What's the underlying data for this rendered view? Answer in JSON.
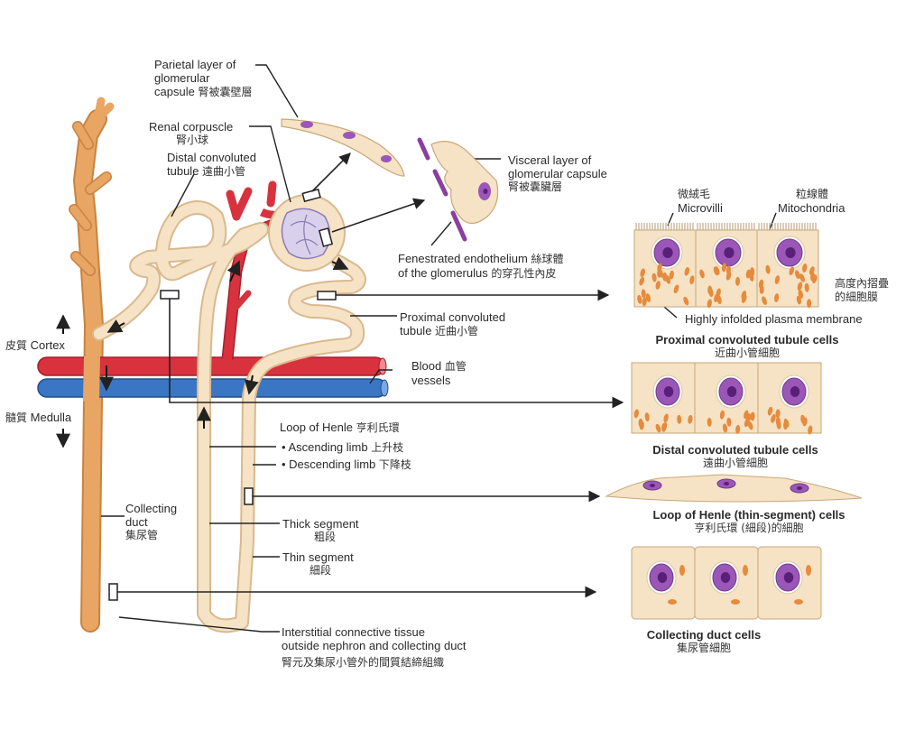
{
  "colors": {
    "tubule_fill": "#f6e2c4",
    "tubule_stroke": "#d9b98e",
    "collecting_duct": "#e8a563",
    "collecting_duct_stroke": "#c9833f",
    "artery": "#d8323f",
    "vein": "#3b76c4",
    "glomerulus": "#d9d0ec",
    "nucleus": "#9b57b8",
    "nucleolus": "#5a1f78",
    "mitochondria": "#e68a3c",
    "endothelium": "#8a3fa0",
    "line": "#222222"
  },
  "labels": {
    "parietal": {
      "en1": "Parietal layer of",
      "en2": "glomerular",
      "en3": "capsule",
      "zh": "腎被囊壁層"
    },
    "renal_corpuscle": {
      "en": "Renal corpuscle",
      "zh": "腎小球"
    },
    "distal_tubule": {
      "en1": "Distal convoluted",
      "en2": "tubule",
      "zh": "遠曲小管"
    },
    "visceral": {
      "en1": "Visceral layer of",
      "en2": "glomerular capsule",
      "zh": "腎被囊臟層"
    },
    "fenestrated": {
      "en1": "Fenestrated endothelium",
      "zh1": "絲球體",
      "en2": "of the glomerulus",
      "zh2": "的穿孔性內皮"
    },
    "proximal_tubule": {
      "en1": "Proximal convoluted",
      "en2": "tubule",
      "zh": "近曲小管"
    },
    "blood_vessels": {
      "en1": "Blood",
      "zh": "血管",
      "en2": "vessels"
    },
    "cortex": {
      "zh": "皮質",
      "en": "Cortex"
    },
    "medulla": {
      "zh": "髓質",
      "en": "Medulla"
    },
    "loop_henle": {
      "en": "Loop of Henle",
      "zh": "亨利氏環"
    },
    "ascending": {
      "en": "• Ascending limb",
      "zh": "上升枝"
    },
    "descending": {
      "en": "• Descending limb",
      "zh": "下降枝"
    },
    "thick_segment": {
      "en": "Thick segment",
      "zh": "粗段"
    },
    "thin_segment": {
      "en": "Thin segment",
      "zh": "細段"
    },
    "collecting_duct": {
      "en1": "Collecting",
      "en2": "duct",
      "zh": "集尿管"
    },
    "interstitial": {
      "en1": "Interstitial connective tissue",
      "en2": "outside nephron and collecting duct",
      "zh": "腎元及集尿小管外的間質結締組織"
    },
    "microvilli": {
      "zh": "微絨毛",
      "en": "Microvilli"
    },
    "mitochondria": {
      "zh": "粒線體",
      "en": "Mitochondria"
    },
    "infolded": {
      "zh1": "高度內摺疊",
      "zh2": "的細胞膜",
      "en": "Highly infolded plasma membrane"
    }
  },
  "cell_panels": [
    {
      "title": "Proximal convoluted tubule cells",
      "zh": "近曲小管細胞"
    },
    {
      "title": "Distal convoluted tubule cells",
      "zh": "遠曲小管細胞"
    },
    {
      "title": "Loop of Henle (thin-segment) cells",
      "zh": "亨利氏環 (細段)的細胞"
    },
    {
      "title": "Collecting duct cells",
      "zh": "集尿管細胞"
    }
  ]
}
